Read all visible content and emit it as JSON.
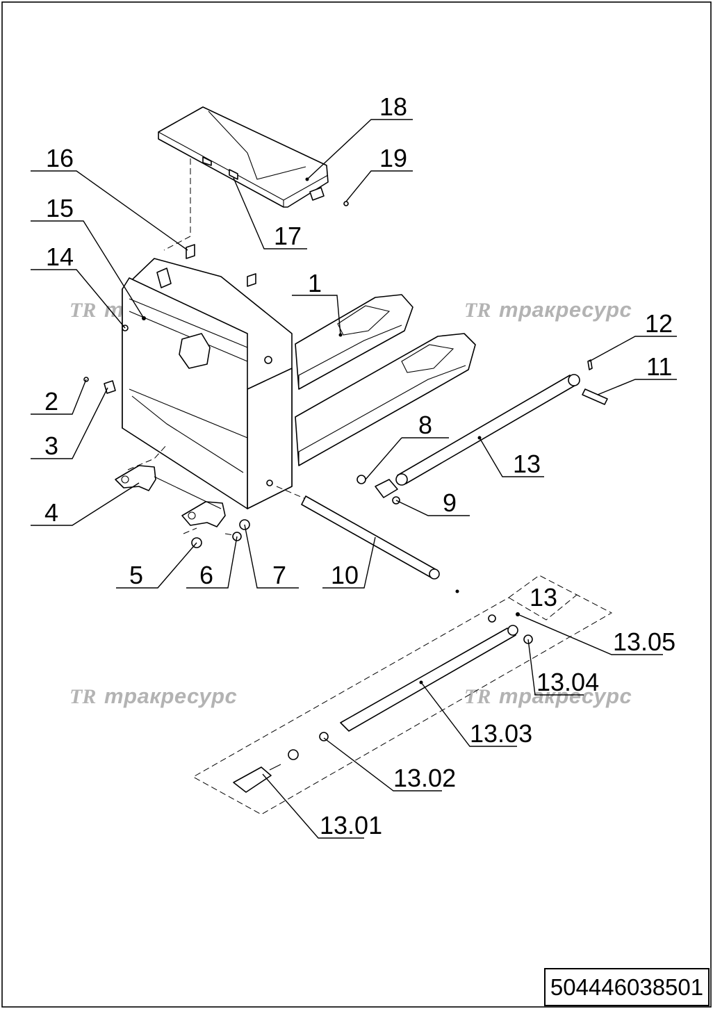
{
  "document_number": "504446038501",
  "watermark": {
    "logo": "TR",
    "text": "тракресурс",
    "color": "#9a9a9a"
  },
  "callouts": [
    {
      "id": "c1",
      "label": "1"
    },
    {
      "id": "c2",
      "label": "2"
    },
    {
      "id": "c3",
      "label": "3"
    },
    {
      "id": "c4",
      "label": "4"
    },
    {
      "id": "c5",
      "label": "5"
    },
    {
      "id": "c6",
      "label": "6"
    },
    {
      "id": "c7",
      "label": "7"
    },
    {
      "id": "c8",
      "label": "8"
    },
    {
      "id": "c9",
      "label": "9"
    },
    {
      "id": "c10",
      "label": "10"
    },
    {
      "id": "c11",
      "label": "11"
    },
    {
      "id": "c12",
      "label": "12"
    },
    {
      "id": "c13",
      "label": "13"
    },
    {
      "id": "c14",
      "label": "14"
    },
    {
      "id": "c15",
      "label": "15"
    },
    {
      "id": "c16",
      "label": "16"
    },
    {
      "id": "c17",
      "label": "17"
    },
    {
      "id": "c18",
      "label": "18"
    },
    {
      "id": "c19",
      "label": "19"
    },
    {
      "id": "c13box",
      "label": "13"
    },
    {
      "id": "c1301",
      "label": "13.01"
    },
    {
      "id": "c1302",
      "label": "13.02"
    },
    {
      "id": "c1303",
      "label": "13.03"
    },
    {
      "id": "c1304",
      "label": "13.04"
    },
    {
      "id": "c1305",
      "label": "13.05"
    }
  ]
}
